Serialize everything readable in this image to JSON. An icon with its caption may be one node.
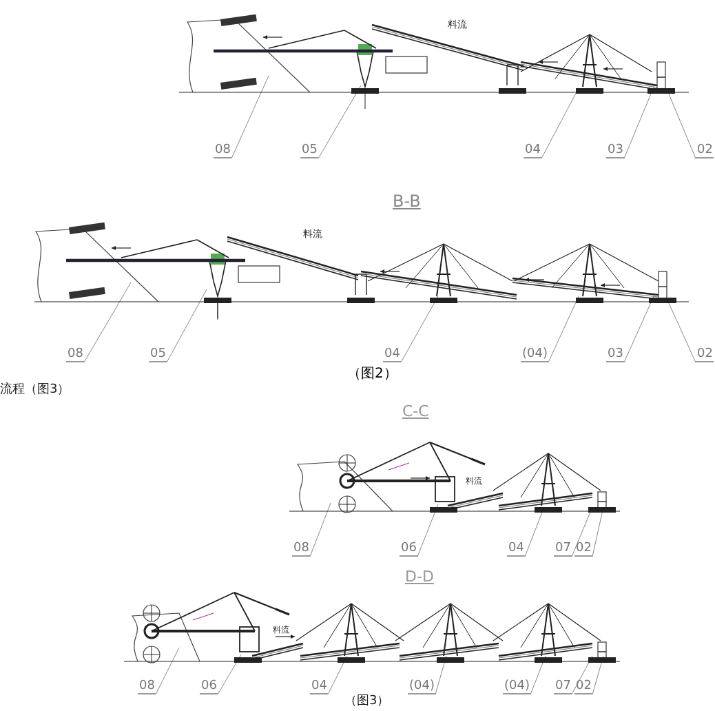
{
  "diagram": {
    "caption": "（图2）",
    "nodes": [
      {
        "text": [
          "08"
        ]
      },
      {
        "text": [
          "05"
        ]
      },
      {
        "text": [
          "04"
        ]
      },
      {
        "text": [
          "03"
        ]
      },
      {
        "text": [
          "02"
        ]
      },
      {
        "text": [
          "08"
        ]
      },
      {
        "text": [
          "05"
        ]
      },
      {
        "text": [
          "04"
        ]
      },
      {
        "text": [
          "(04)"
        ]
      },
      {
        "text": [
          "03"
        ]
      },
      {
        "text": [
          "02"
        ]
      },
      {
        "text": [
          "08"
        ]
      },
      {
        "text": [
          "06"
        ]
      },
      {
        "text": [
          "04"
        ]
      },
      {
        "text": [
          "07"
        ]
      },
      {
        "text": [
          "02"
        ]
      },
      {
        "text": [
          "08"
        ]
      },
      {
        "text": [
          "06"
        ]
      },
      {
        "text": [
          "04"
        ]
      },
      {
        "text": [
          "(04)"
        ]
      },
      {
        "text": [
          "(04)"
        ]
      },
      {
        "text": [
          "07"
        ]
      },
      {
        "text": [
          "02"
        ]
      }
    ],
    "edges": [
      {
        "from": 0,
        "to": null,
        "arrow": "none"
      },
      {
        "from": 1,
        "to": null,
        "arrow": "none"
      },
      {
        "from": 2,
        "to": null,
        "arrow": "none"
      },
      {
        "from": 3,
        "to": null,
        "arrow": "none"
      },
      {
        "from": 4,
        "to": null,
        "arrow": "none"
      },
      {
        "from": 5,
        "to": null,
        "arrow": "none"
      },
      {
        "from": 6,
        "to": null,
        "arrow": "none"
      },
      {
        "from": 7,
        "to": null,
        "arrow": "none"
      },
      {
        "from": 8,
        "to": null,
        "arrow": "none"
      },
      {
        "from": 9,
        "to": null,
        "arrow": "none"
      },
      {
        "from": 10,
        "to": null,
        "arrow": "none"
      },
      {
        "from": 11,
        "to": null,
        "arrow": "none"
      },
      {
        "from": 12,
        "to": null,
        "arrow": "none"
      },
      {
        "from": 13,
        "to": null,
        "arrow": "none"
      },
      {
        "from": 14,
        "to": null,
        "arrow": "none"
      },
      {
        "from": 15,
        "to": null,
        "arrow": "none"
      },
      {
        "from": 16,
        "to": null,
        "arrow": "none"
      },
      {
        "from": 17,
        "to": null,
        "arrow": "none"
      },
      {
        "from": 18,
        "to": null,
        "arrow": "none"
      },
      {
        "from": 19,
        "to": null,
        "arrow": "none"
      },
      {
        "from": 20,
        "to": null,
        "arrow": "none"
      },
      {
        "from": 21,
        "to": null,
        "arrow": "none"
      },
      {
        "from": 22,
        "to": null,
        "arrow": "none"
      }
    ],
    "labels": [
      "料流",
      "B-B",
      "料流",
      "流程（图3）",
      "C-C",
      "料流",
      "D-D",
      "料流",
      "（图3）"
    ]
  }
}
